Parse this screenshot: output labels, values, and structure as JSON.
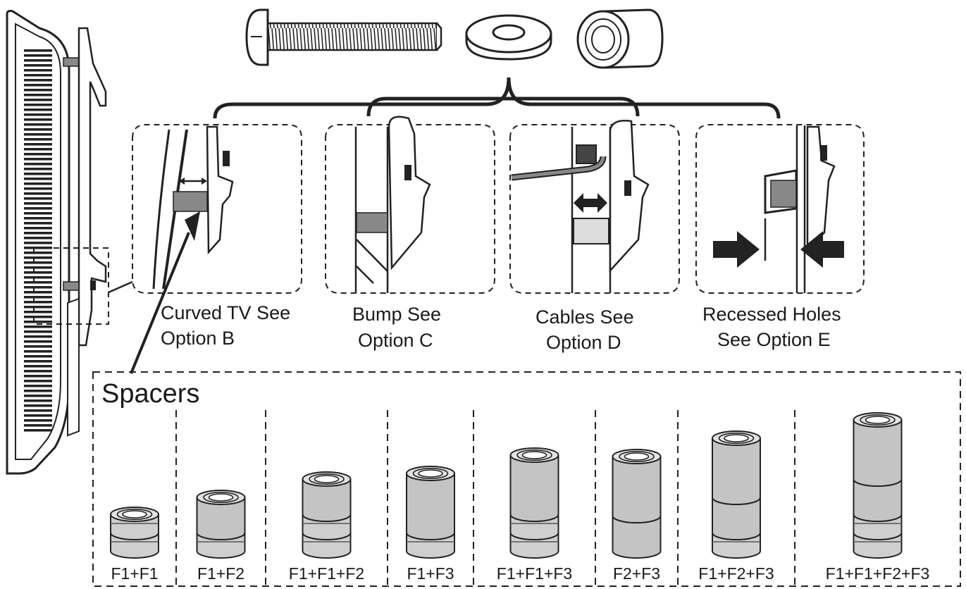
{
  "options": [
    {
      "line1": "Curved TV See",
      "line2": "Option B"
    },
    {
      "line1": "Bump See",
      "line2": "Option C"
    },
    {
      "line1": "Cables See",
      "line2": "Option D"
    },
    {
      "line1": "Recessed Holes",
      "line2": "See Option E"
    }
  ],
  "spacers": {
    "title": "Spacers",
    "combos": [
      {
        "label": "F1+F1",
        "stack": [
          "F1",
          "F1"
        ]
      },
      {
        "label": "F1+F2",
        "stack": [
          "F1",
          "F2"
        ]
      },
      {
        "label": "F1+F1+F2",
        "stack": [
          "F1",
          "F1",
          "F2"
        ]
      },
      {
        "label": "F1+F3",
        "stack": [
          "F1",
          "F3"
        ]
      },
      {
        "label": "F1+F1+F3",
        "stack": [
          "F1",
          "F1",
          "F3"
        ]
      },
      {
        "label": "F2+F3",
        "stack": [
          "F2",
          "F3"
        ]
      },
      {
        "label": "F1+F2+F3",
        "stack": [
          "F1",
          "F2",
          "F3"
        ]
      },
      {
        "label": "F1+F1+F2+F3",
        "stack": [
          "F1",
          "F1",
          "F2",
          "F3"
        ]
      }
    ]
  },
  "parts": [
    "screw",
    "washer",
    "spacer"
  ]
}
